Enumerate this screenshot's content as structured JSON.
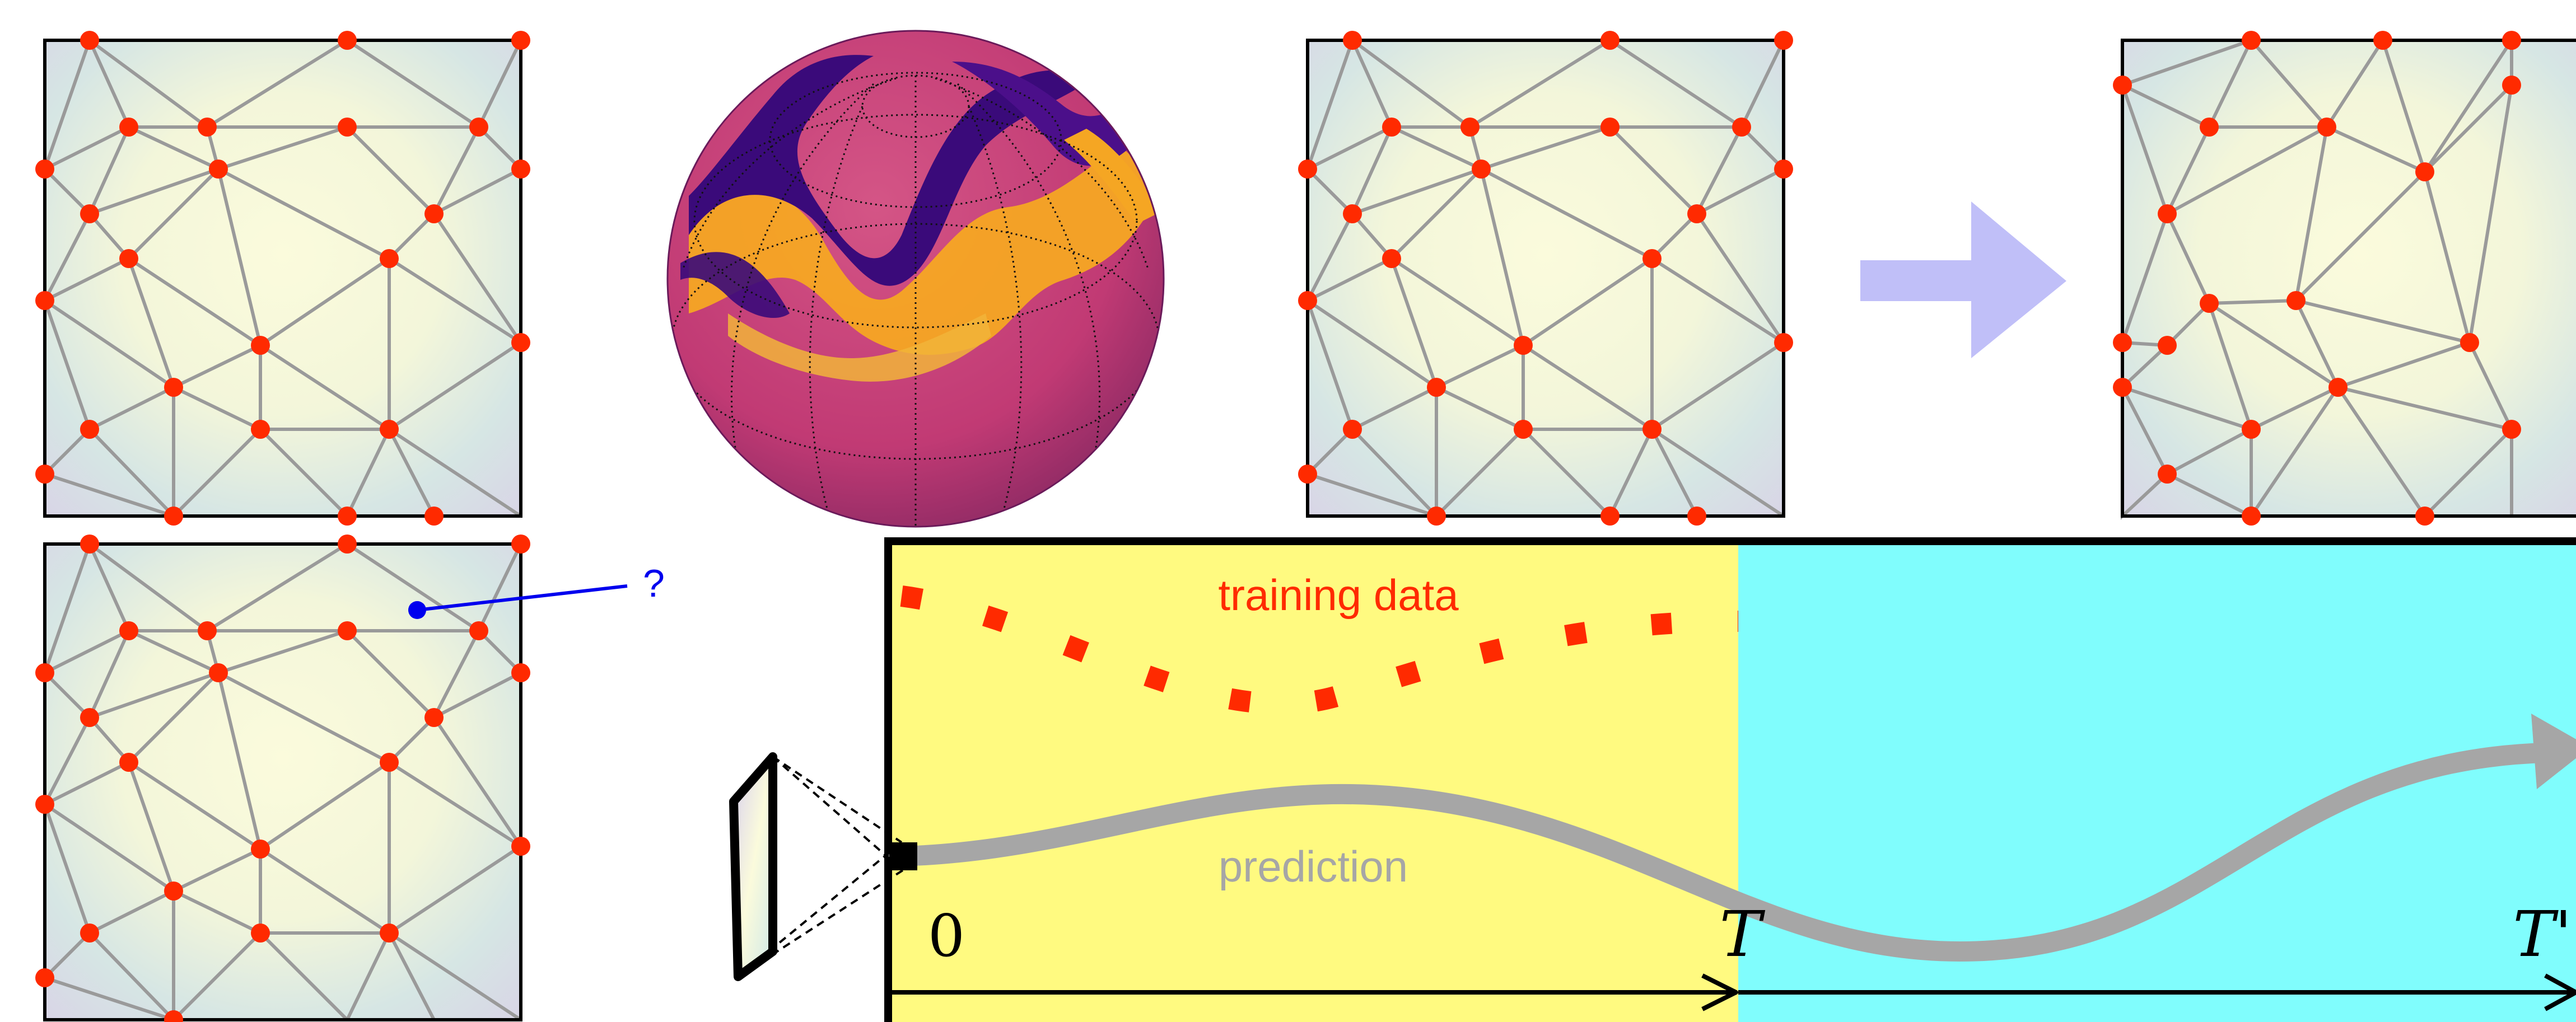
{
  "figure": {
    "query_label": "?",
    "training_label": "training data",
    "prediction_label": "prediction",
    "axis_ticks": [
      "0",
      "T",
      "T'"
    ]
  },
  "colors": {
    "node": "#ff2a00",
    "edge": "#9a9a9a",
    "frame": "#000000",
    "query": "#0000ee",
    "arrow": "#c0bff8",
    "train_region": "#fffa80",
    "extrap_region": "#80fdfd",
    "prediction_curve": "#a6a6a6",
    "sphere_base": "#c9407a"
  },
  "icons": {
    "query_point": "blue-dot-icon",
    "transform_arrow": "right-arrow-icon",
    "time_arrow": "arrowhead-icon",
    "globe": "sphere-icon"
  }
}
